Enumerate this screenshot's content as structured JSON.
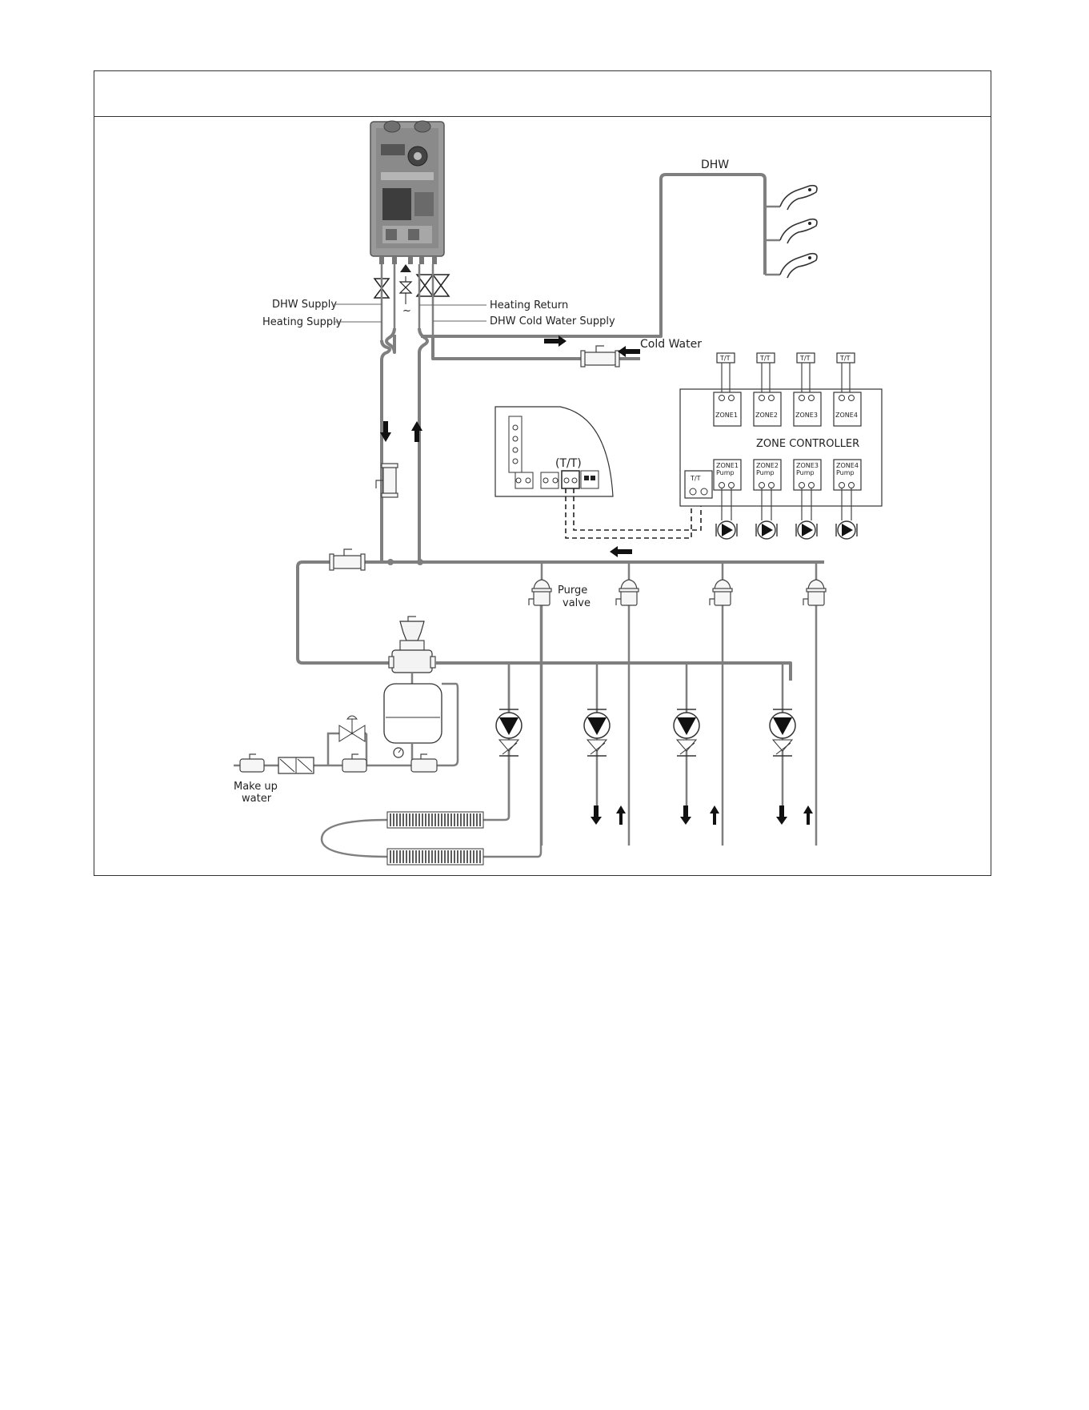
{
  "labels": {
    "dhw": "DHW",
    "dhw_supply": "DHW Supply",
    "heating_supply": "Heating Supply",
    "heating_return": "Heating Return",
    "dhw_cold_water_supply": "DHW Cold Water Supply",
    "cold_water": "Cold Water",
    "purge_valve_line1": "Purge",
    "purge_valve_line2": "valve",
    "make_up_line1": "Make up",
    "make_up_line2": "water",
    "tt_terminal": "(T/T)",
    "zone_controller": "ZONE   CONTROLLER"
  },
  "thermostats": [
    "T/T",
    "T/T",
    "T/T",
    "T/T"
  ],
  "controller_tt": "T/T",
  "zones": [
    {
      "name": "ZONE1",
      "pump_line1": "ZONE1",
      "pump_line2": "Pump"
    },
    {
      "name": "ZONE2",
      "pump_line1": "ZONE2",
      "pump_line2": "Pump"
    },
    {
      "name": "ZONE3",
      "pump_line1": "ZONE3",
      "pump_line2": "Pump"
    },
    {
      "name": "ZONE4",
      "pump_line1": "ZONE4",
      "pump_line2": "Pump"
    }
  ],
  "colors": {
    "pipe": "#7f7f7f",
    "line": "#333333",
    "dark": "#222222"
  }
}
